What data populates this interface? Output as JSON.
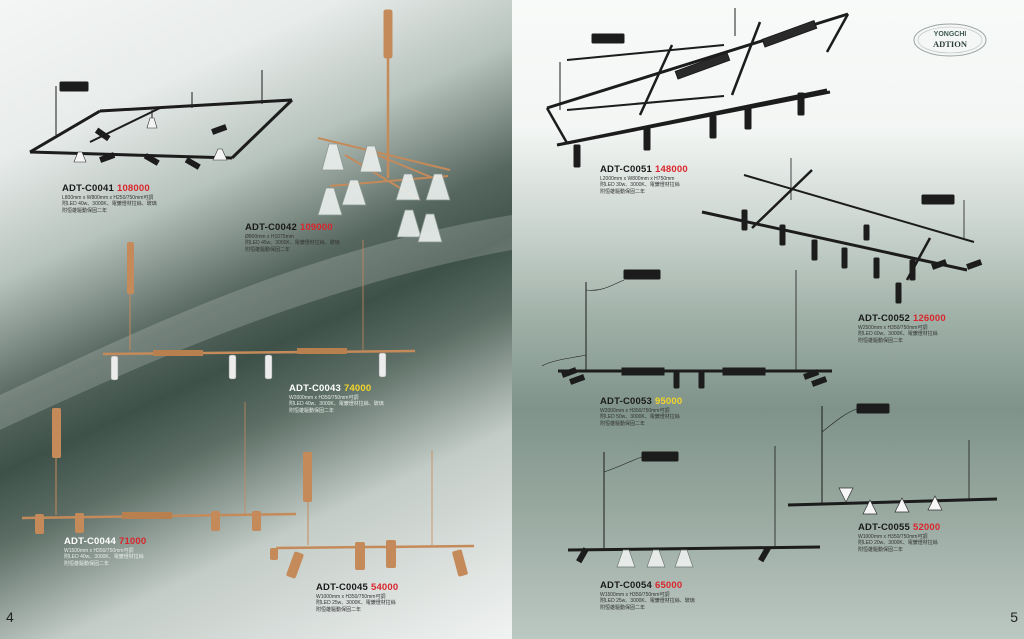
{
  "colors": {
    "price": "#d9262c",
    "price_highlight": "#f3d42a",
    "copper": "#c58a5a",
    "black_fixture": "#1c1c1c"
  },
  "left_page": {
    "page_number": "4",
    "products": [
      {
        "model": "ADT-C0041",
        "price": "108000",
        "dimensions": "L800mm x W800mm x H250/750mm可調",
        "spec": "附LED 40w、3000K、電鍍燈材拉絲、玻璃",
        "warranty": "附恒雄驅動保固二年"
      },
      {
        "model": "ADT-C0042",
        "price": "109000",
        "dimensions": "Ø800mm x H1075mm",
        "spec": "附LED 45w、3000K、電鍍燈材拉絲、玻璃",
        "warranty": "附恒雄驅動保固二年"
      },
      {
        "model": "ADT-C0043",
        "price": "74000",
        "dimensions": "W2000mm x H350/750mm可調",
        "spec": "附LED 40w、3000K、電鍍燈材拉絲、玻璃",
        "warranty": "附恒雄驅動保固二年"
      },
      {
        "model": "ADT-C0044",
        "price": "71000",
        "dimensions": "W1500mm x H350/750mm可調",
        "spec": "附LED 40w、3000K、電鍍燈材拉絲",
        "warranty": "附恒雄驅動保固二年"
      },
      {
        "model": "ADT-C0045",
        "price": "54000",
        "dimensions": "W1000mm x H350/750mm可調",
        "spec": "附LED 25w、3000K、電鍍燈材拉絲",
        "warranty": "附恒雄驅動保固二年"
      }
    ]
  },
  "right_page": {
    "page_number": "5",
    "logo": {
      "top_text": "YONGCHI",
      "bottom_text": "ADTION"
    },
    "products": [
      {
        "model": "ADT-C0051",
        "price": "148000",
        "dimensions": "L2000mm x W800mm x H750mm",
        "spec": "附LED 30w、3000K、電鍍燈材拉絲",
        "warranty": "附恒雄驅動保固二年"
      },
      {
        "model": "ADT-C0052",
        "price": "126000",
        "dimensions": "W2500mm x H350/750mm可調",
        "spec": "附LED 60w、3000K、電鍍燈材拉絲",
        "warranty": "附恒雄驅動保固二年"
      },
      {
        "model": "ADT-C0053",
        "price": "95000",
        "dimensions": "W2000mm x H350/750mm可調",
        "spec": "附LED 50w、3000K、電鍍燈材拉絲",
        "warranty": "附恒雄驅動保固二年"
      },
      {
        "model": "ADT-C0054",
        "price": "65000",
        "dimensions": "W1500mm x H350/750mm可調",
        "spec": "附LED 25w、3000K、電鍍燈材拉絲、玻璃",
        "warranty": "附恒雄驅動保固二年"
      },
      {
        "model": "ADT-C0055",
        "price": "52000",
        "dimensions": "W1000mm x H350/750mm可調",
        "spec": "附LED 20w、3000K、電鍍燈材拉絲",
        "warranty": "附恒雄驅動保固二年"
      }
    ]
  }
}
